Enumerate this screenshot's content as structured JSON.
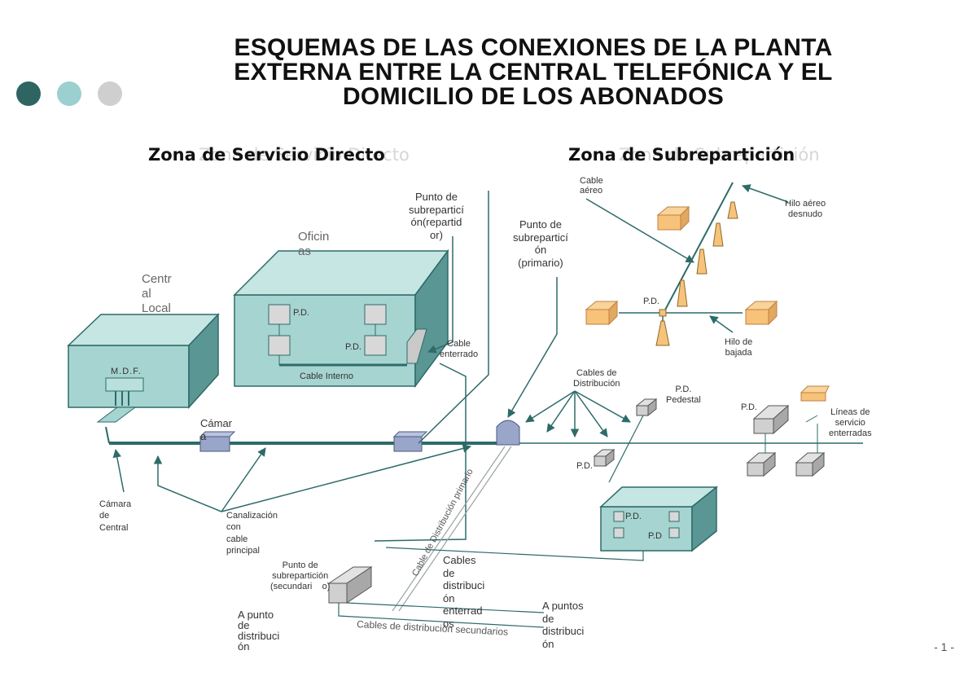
{
  "title": {
    "line1": "ESQUEMAS DE LAS CONEXIONES DE LA PLANTA",
    "line2": "EXTERNA ENTRE LA CENTRAL TELEFÓNICA Y EL",
    "line3": "DOMICILIO DE LOS ABONADOS"
  },
  "decor_dots": [
    "#2e6563",
    "#9bcfd0",
    "#cfcfcf"
  ],
  "colors": {
    "box_fill": "#a6d4d1",
    "box_stroke": "#2d6b69",
    "line": "#2d6b69",
    "house": "#f7c27a"
  },
  "sections": {
    "direct": "Zona de Servicio Directo",
    "direct_ghost": "Zona de Servicio Directo",
    "sub": "Zona de Subrepartición",
    "sub_ghost": "Zona de Subrepartición"
  },
  "labels": {
    "oficinas": "Oficin\nas",
    "central_local": "Centr\nal\nLocal",
    "mdf": "M.D.F.",
    "pd": "P.D.",
    "pd_dot": "P.D",
    "cable_interno": "Cable Interno",
    "punto_repartidor": "Punto de\nsubreparticí\nón(repartid\nor)",
    "punto_primario": "Punto de\nsubreparticí\nón\n(primario)",
    "cable_enterrado": "Cable\nenterrado",
    "camara": "Cámar\na",
    "camara_central": "Cámara\nde\nCentral",
    "canalizacion": "Canalización\ncon\ncable\nprincipal",
    "cables_distribucion": "Cables de\nDistribución",
    "pd_pedestal": "P.D.\nPedestal",
    "lineas_servicio": "Líneas de\nservicio\nenterradas",
    "cable_aereo": "Cable\naéreo",
    "hilo_aereo": "Hilo aéreo\ndesnudo",
    "hilo_bajada": "Hilo de\nbajada",
    "punto_secundario": "Punto de\nsubrepartición\n(secundari    o)",
    "cable_dist_primario": "Cable de Distribución primario",
    "cables_dist_enterrados": "Cables\nde\ndistribuci\nón\nenterrad\nos",
    "cables_dist_secundarios": "Cables de distribución secundarios",
    "a_punto_left": "A punto\nde\ndistribuci\nón",
    "a_puntos_right": "A puntos\nde\ndistribuci\nón"
  },
  "page_number": "- 1 -"
}
